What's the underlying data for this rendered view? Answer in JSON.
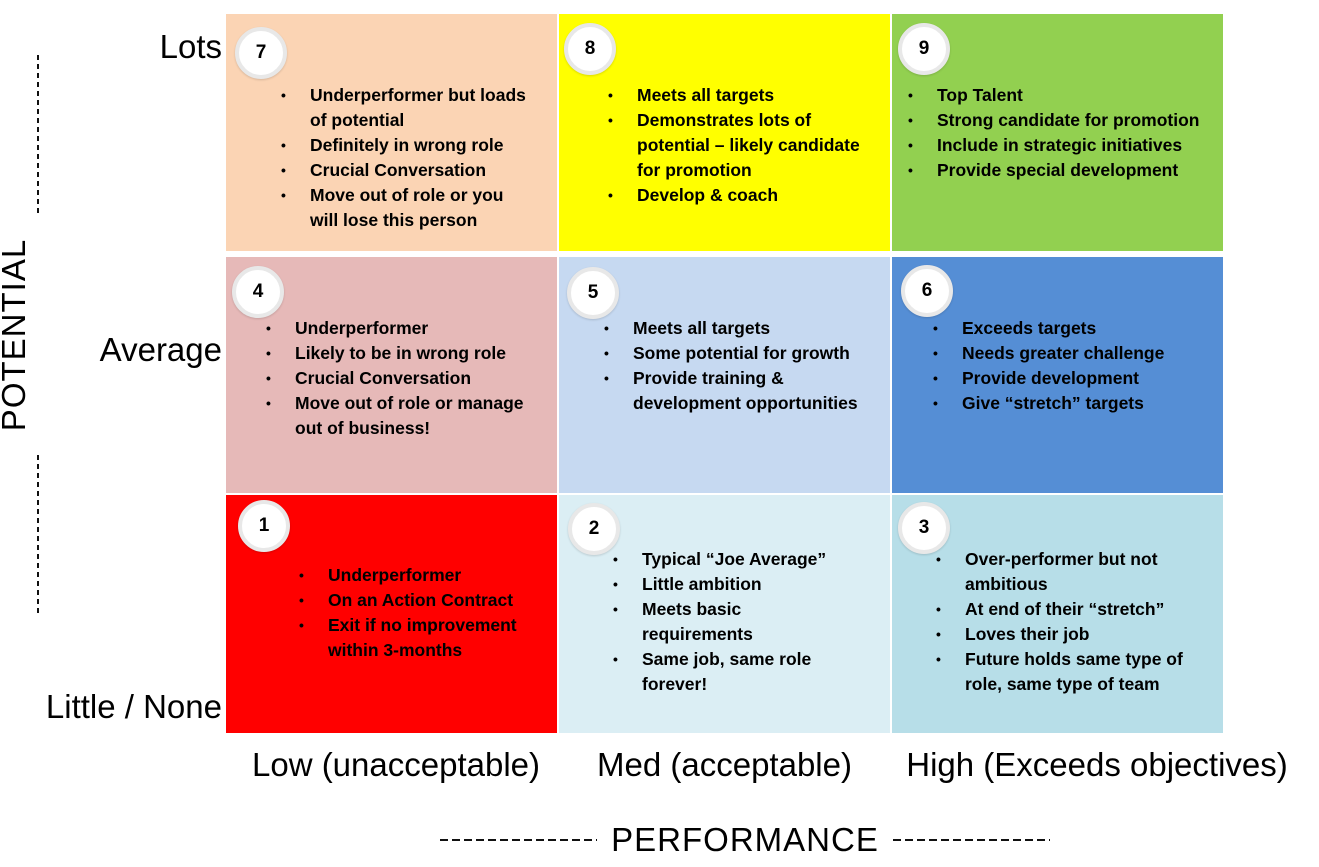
{
  "axes": {
    "y_title": "POTENTIAL",
    "x_title": "PERFORMANCE",
    "y_levels": [
      "Lots",
      "Average",
      "Little / None"
    ],
    "x_levels": [
      "Low (unacceptable)",
      "Med (acceptable)",
      "High (Exceeds objectives)"
    ]
  },
  "colors": {
    "cell_7": "#fbd4b4",
    "cell_8": "#ffff00",
    "cell_9": "#92d050",
    "cell_4": "#e6b9b8",
    "cell_5": "#c6d9f1",
    "cell_6": "#558ed5",
    "cell_1": "#ff0000",
    "cell_2": "#dbeef4",
    "cell_3": "#b7dee8"
  },
  "cells": [
    {
      "number": "7",
      "bullets": [
        "Underperformer but loads of potential",
        "Definitely in wrong role",
        "Crucial Conversation",
        "Move out of role or you will lose this person"
      ]
    },
    {
      "number": "8",
      "bullets": [
        "Meets all targets",
        "Demonstrates lots of potential – likely candidate for promotion",
        "Develop & coach"
      ]
    },
    {
      "number": "9",
      "bullets": [
        "Top Talent",
        "Strong candidate for promotion",
        "Include in strategic initiatives",
        "Provide special development"
      ]
    },
    {
      "number": "4",
      "bullets": [
        "Underperformer",
        "Likely to be in wrong role",
        "Crucial Conversation",
        "Move out of role or manage out of business!"
      ]
    },
    {
      "number": "5",
      "bullets": [
        "Meets all targets",
        "Some potential for growth",
        "Provide training & development opportunities"
      ]
    },
    {
      "number": "6",
      "bullets": [
        "Exceeds targets",
        "Needs greater challenge",
        "Provide development",
        "Give “stretch” targets"
      ]
    },
    {
      "number": "1",
      "bullets": [
        "Underperformer",
        "On an Action Contract",
        "Exit if no improvement within 3-months"
      ]
    },
    {
      "number": "2",
      "bullets": [
        "Typical “Joe Average”",
        "Little ambition",
        "Meets basic requirements",
        "Same job, same role forever!"
      ]
    },
    {
      "number": "3",
      "bullets": [
        "Over-performer but not ambitious",
        "At end of their “stretch”",
        "Loves their job",
        "Future holds same type of role, same type of team"
      ]
    }
  ]
}
